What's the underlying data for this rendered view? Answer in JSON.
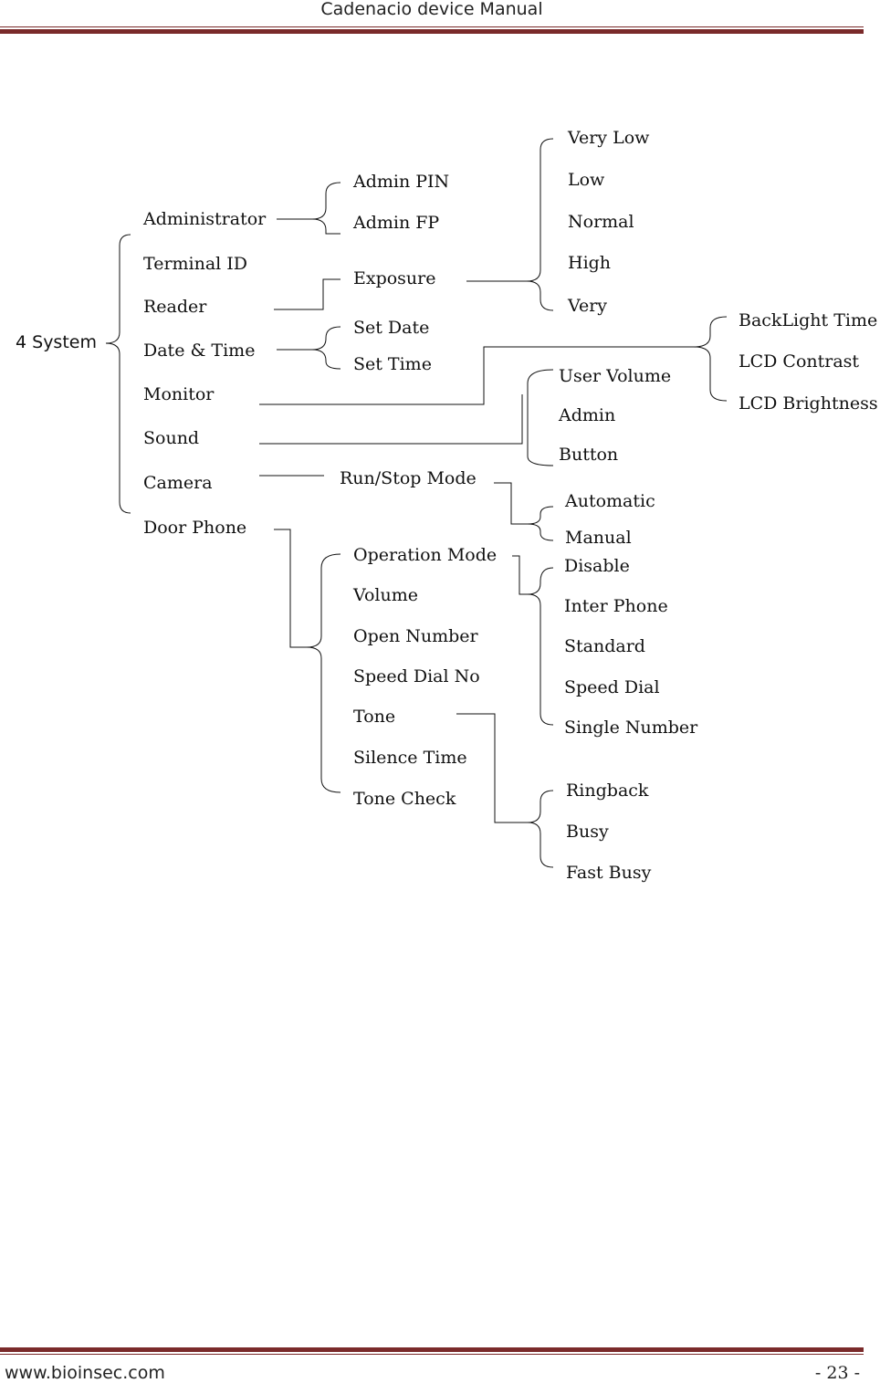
{
  "header": {
    "title": "Cadenacio device Manual"
  },
  "footer": {
    "website": "www.bioinsec.com",
    "page": "- 23 -"
  },
  "tree": {
    "root": "4 System",
    "level1": [
      "Administrator",
      "Terminal ID",
      "Reader",
      "Date & Time",
      "Monitor",
      "Sound",
      "Camera",
      "Door Phone"
    ],
    "administrator": [
      "Admin PIN",
      "Admin FP"
    ],
    "reader": [
      "Exposure"
    ],
    "exposure_levels": [
      "Very Low",
      "Low",
      "Normal",
      "High",
      "Very"
    ],
    "date_time": [
      "Set Date",
      "Set Time"
    ],
    "monitor": [
      "BackLight Time",
      "LCD Contrast",
      "LCD Brightness"
    ],
    "sound": [
      "User Volume",
      "Admin",
      "Button"
    ],
    "camera": [
      "Run/Stop Mode"
    ],
    "run_stop_mode": [
      "Automatic",
      "Manual"
    ],
    "door_phone": [
      "Operation Mode",
      "Volume",
      "Open Number",
      "Speed Dial No",
      "Tone",
      "Silence Time",
      "Tone Check"
    ],
    "operation_mode": [
      "Disable",
      "Inter Phone",
      "Standard",
      "Speed Dial",
      "Single Number"
    ],
    "tone": [
      "Ringback",
      "Busy",
      "Fast Busy"
    ]
  }
}
